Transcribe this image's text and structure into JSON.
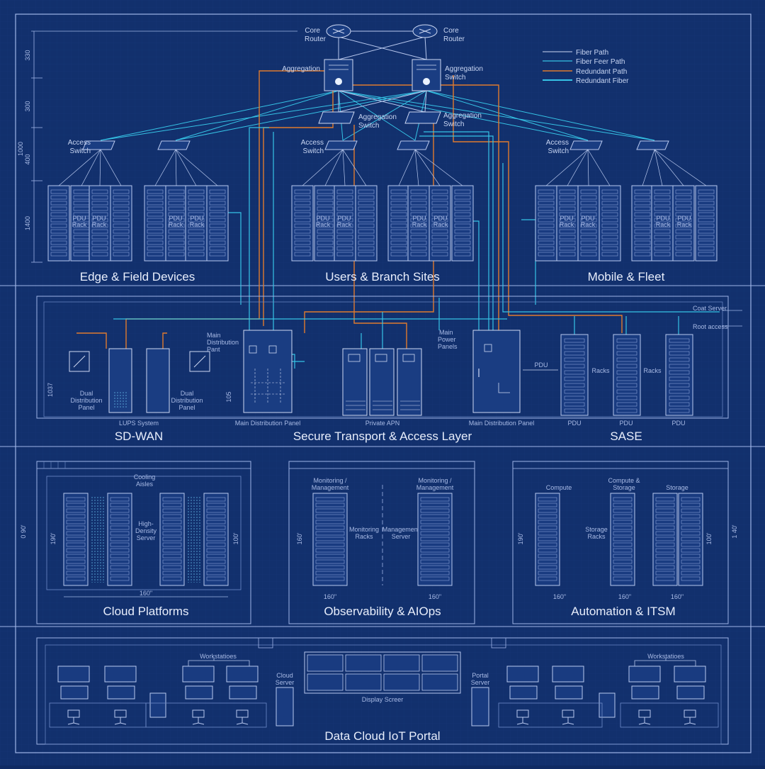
{
  "colors": {
    "background": "#12306d",
    "line": "#b8c8ee",
    "fiber": "#36c4e6",
    "redundant": "#e07a2e",
    "text": "#dce6fb"
  },
  "legend": [
    {
      "label": "Fiber Path",
      "color": "#cfd9f3"
    },
    {
      "label": "Fiber Feer Path",
      "color": "#36c4e6"
    },
    {
      "label": "Redundant Path",
      "color": "#e07a2e"
    },
    {
      "label": "Redundant Fiber",
      "color": "#36c4e6"
    }
  ],
  "core": {
    "routers": [
      {
        "label1": "Core",
        "label2": "Router"
      },
      {
        "label1": "Core",
        "label2": "Router"
      }
    ],
    "aggregation": [
      {
        "label": "Aggregation"
      },
      {
        "label1": "Aggregation",
        "label2": "Switch"
      }
    ],
    "aggregation_lower": [
      {
        "label1": "Aggregation",
        "label2": "Switch"
      },
      {
        "label1": "Aggregation",
        "label2": "Switch"
      }
    ],
    "access": [
      {
        "label1": "Access",
        "label2": "Switch"
      },
      {
        "label1": "Access",
        "label2": "Switch"
      },
      {
        "label1": "Access",
        "label2": "Switch"
      }
    ]
  },
  "rack_labels": {
    "pdu": "PDU",
    "rack": "Rack"
  },
  "dims_left": [
    "330",
    "300",
    "400",
    "1400"
  ],
  "dim_side": "1000",
  "sections": {
    "edge": "Edge & Field Devices",
    "users": "Users & Branch Sites",
    "mobile": "Mobile & Fleet",
    "sdwan": "SD-WAN",
    "secure": "Secure Transport & Access Layer",
    "sase": "SASE",
    "cloud": "Cloud Platforms",
    "obs": "Observability & AIOps",
    "auto": "Automation & ITSM",
    "portal": "Data Cloud IoT Portal"
  },
  "transport": {
    "dual1": "Dual",
    "dual2": "Distribution",
    "dual3": "Panel",
    "ups": "LUPS System",
    "main_dist": "Main Distribution Panel",
    "main_dist2": "Main Distribution Panel",
    "main_dist_note1": "Main",
    "main_dist_note2": "Distribution",
    "main_dist_note3": "Pant",
    "private_apn": "Private APN",
    "main_power1": "Main",
    "main_power2": "Power",
    "main_power3": "Panels",
    "pdu_note": "PDU",
    "racks": "Racks",
    "pdu1": "PDU",
    "pdu2": "PDU",
    "pdu3": "PDU",
    "coat_server": "Coat Server",
    "root_access": "Root access",
    "dim_a": "1037",
    "dim_b": "105"
  },
  "cloud": {
    "cooling1": "Cooling",
    "cooling2": "Aisles",
    "hd1": "High-",
    "hd2": "Density",
    "hd3": "Server",
    "dim_h": "190'",
    "dim_h2": "100'",
    "dim_w": "160\"",
    "dim_outer": "0 90'"
  },
  "obs": {
    "mon1": "Monitoring /",
    "mon2": "Management",
    "mon_racks1": "Monitoring",
    "mon_racks2": "Racks",
    "mgmt1": "Management",
    "mgmt2": "Server",
    "dim_h": "160'",
    "dim_w": "160\""
  },
  "auto": {
    "compute": "Compute",
    "cs1": "Compute &",
    "cs2": "Storage",
    "storage": "Storage",
    "sr1": "Storage",
    "sr2": "Racks",
    "dim_h": "190'",
    "dim_h2": "100'",
    "dim_outer": "1 40'",
    "dim_w": "160\""
  },
  "portal": {
    "workstations": "Workstatioes",
    "workstations2": "Workstatioes",
    "cloud_server1": "Cloud",
    "cloud_server2": "Server",
    "display": "Display Screer",
    "portal_server1": "Portal",
    "portal_server2": "Server"
  }
}
